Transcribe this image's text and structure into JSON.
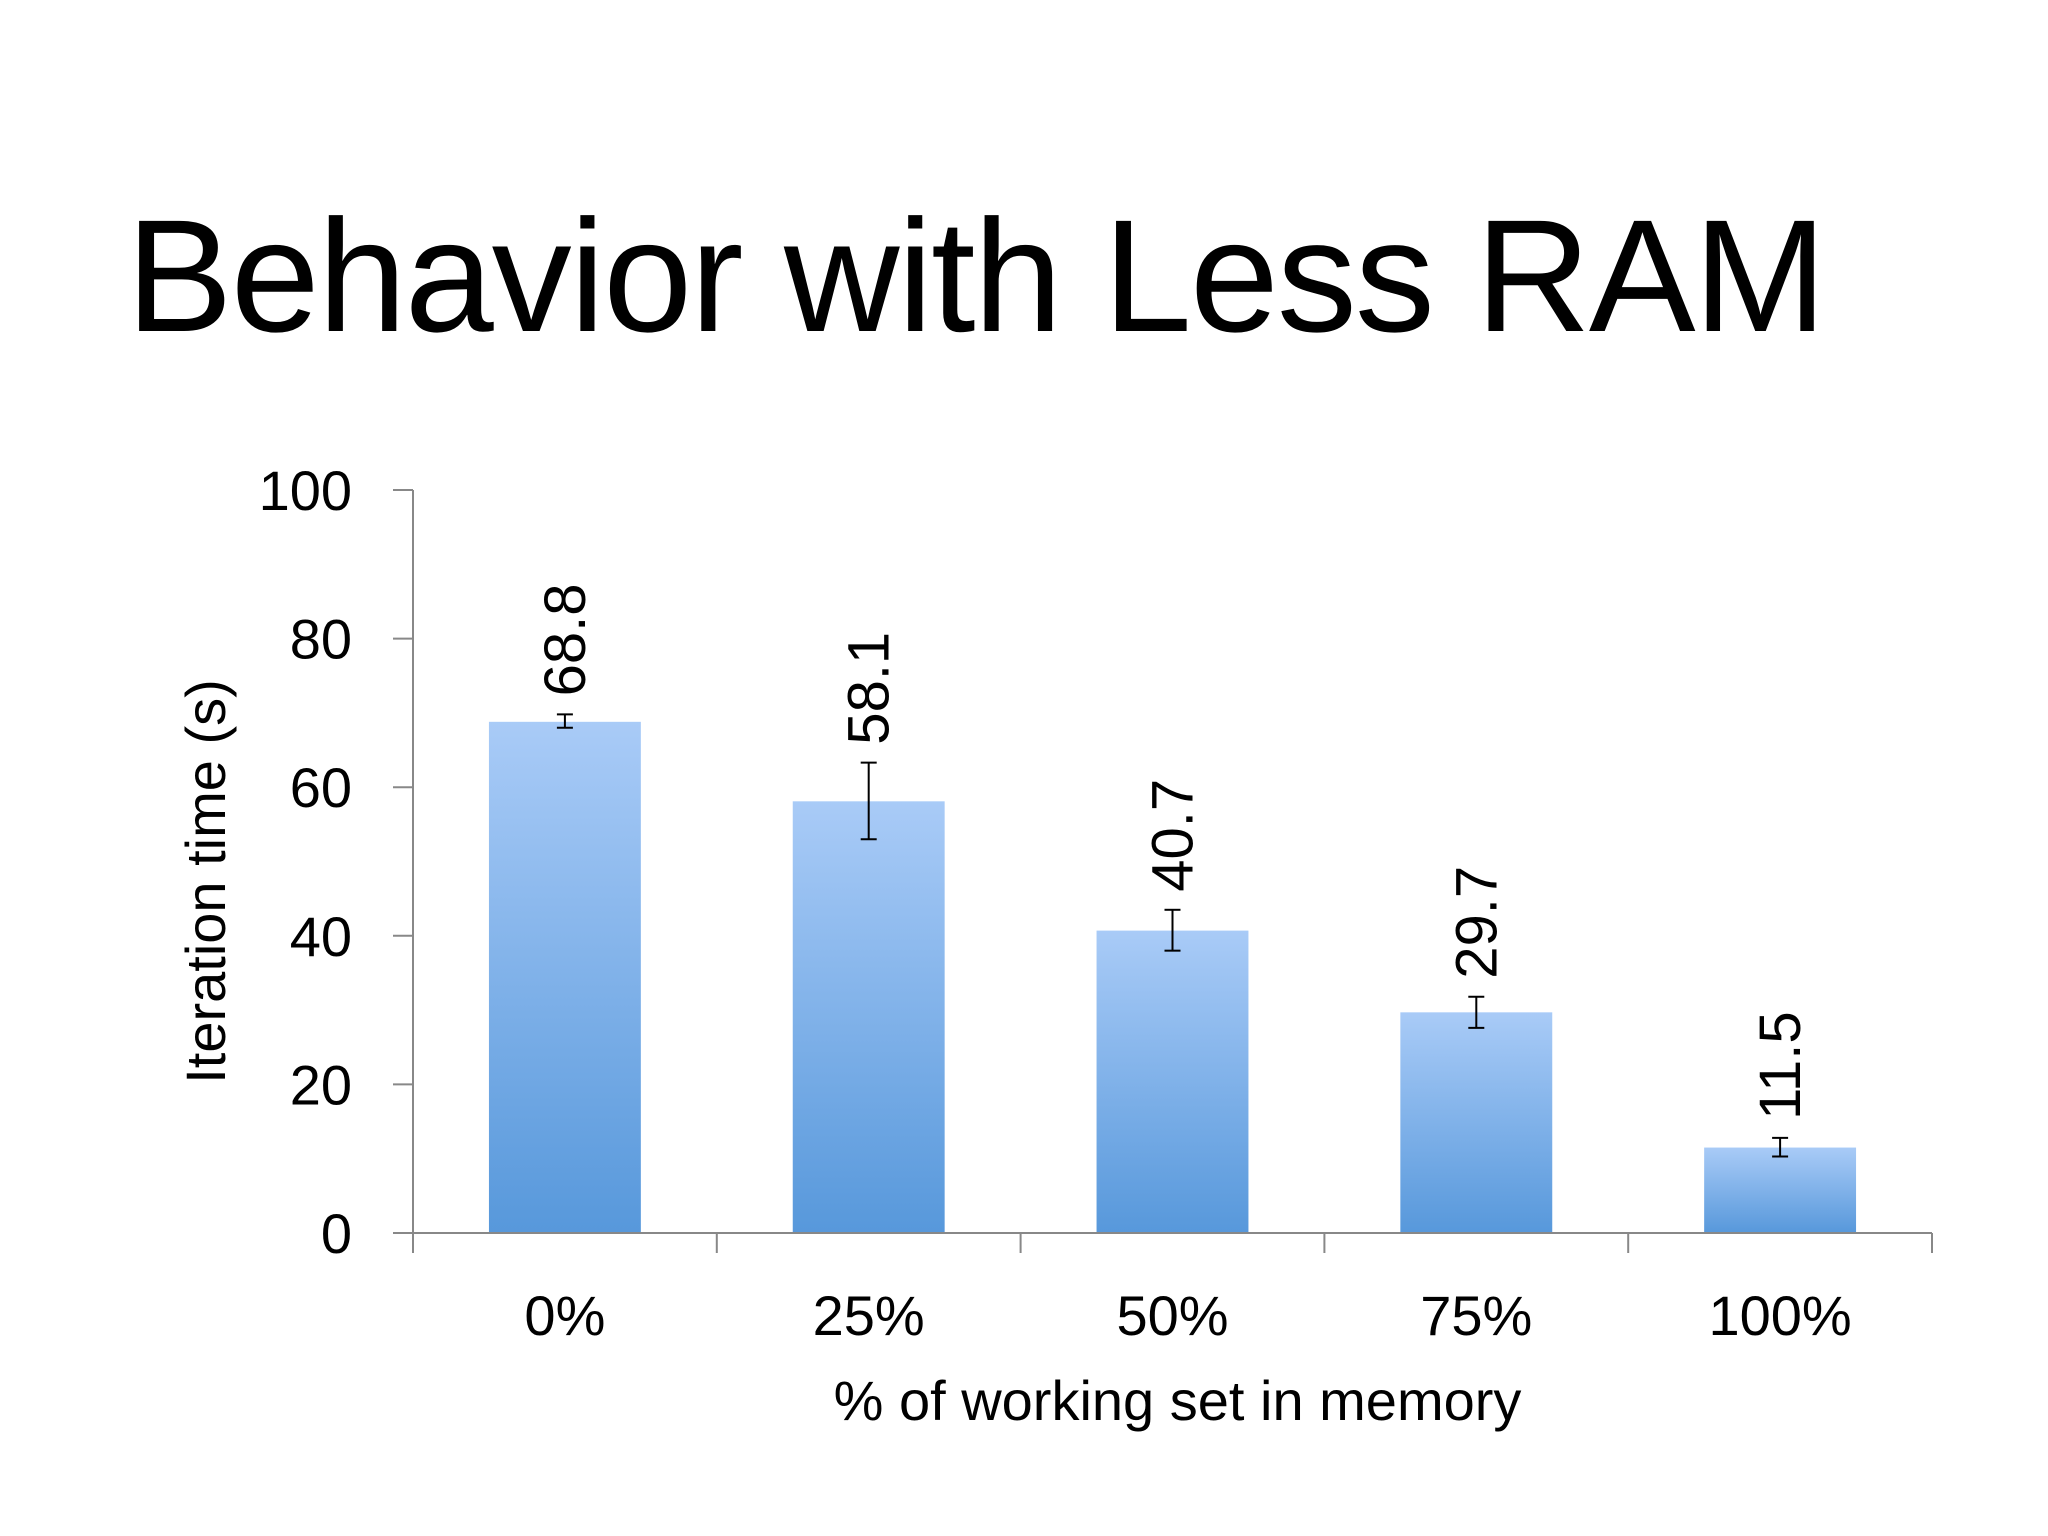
{
  "slide": {
    "title": "Behavior with Less RAM"
  },
  "chart_data": {
    "type": "bar",
    "categories": [
      "0%",
      "25%",
      "50%",
      "75%",
      "100%"
    ],
    "values": [
      68.8,
      58.1,
      40.7,
      29.7,
      11.5
    ],
    "data_labels": [
      "68.8",
      "58.1",
      "40.7",
      "29.7",
      "11.5"
    ],
    "error_bars": [
      {
        "low": 68.0,
        "high": 69.8
      },
      {
        "low": 53.0,
        "high": 63.3
      },
      {
        "low": 38.0,
        "high": 43.5
      },
      {
        "low": 27.6,
        "high": 31.8
      },
      {
        "low": 10.3,
        "high": 12.8
      }
    ],
    "xlabel": "% of working set in memory",
    "ylabel": "Iteration time (s)",
    "ylim": [
      0,
      100
    ],
    "yticks": [
      0,
      20,
      40,
      60,
      80,
      100
    ],
    "grid": false,
    "legend": "none",
    "colors": {
      "bar_top": "#a9cbf7",
      "bar_bottom": "#5798db",
      "axis": "#888888",
      "error_bar": "#000000"
    }
  }
}
